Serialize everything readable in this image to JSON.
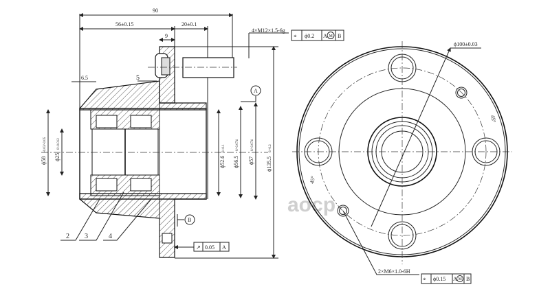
{
  "dimensions": {
    "overall_length": "90",
    "flange_offset": "56±0.15",
    "stud_length": "20±0.1",
    "flange_thickness": "9",
    "inner_step": "6.5",
    "stud_thread": "4×M12×1.5-6g",
    "bore_outer": "ϕ58",
    "bore_outer_tol": "-0.03/-0.05",
    "bearing_bore": "ϕ25",
    "bearing_bore_tol": "0/-0.012",
    "pilot_1": "ϕ52.6",
    "pilot_1_tol": "0/-0.1",
    "pilot_2": "ϕ56.5",
    "pilot_2_tol": "0/-0.074",
    "pilot_3": "ϕ57",
    "pilot_3_tol": "0/-0.074",
    "flange_dia": "ϕ135.5",
    "flange_dia_tol": "0/-0.2",
    "bolt_circle": "ϕ100±0.03",
    "angle": "45°",
    "small_thread": "2×M6×1.0-6H"
  },
  "tolerance_frames": {
    "stud": {
      "symbol": "⌖",
      "value": "ϕ0.2",
      "datum1": "A",
      "modifier": "M",
      "datum2": "B"
    },
    "runout": {
      "symbol": "↗",
      "value": "0.05",
      "datum1": "A"
    },
    "small_thread": {
      "symbol": "⌖",
      "value": "ϕ0.15",
      "datum1": "A",
      "modifier": "M",
      "datum2": "B"
    }
  },
  "datums": {
    "a": "A",
    "b": "B"
  },
  "part_numbers": [
    "2",
    "3",
    "4",
    "5"
  ],
  "watermark": "aocp"
}
